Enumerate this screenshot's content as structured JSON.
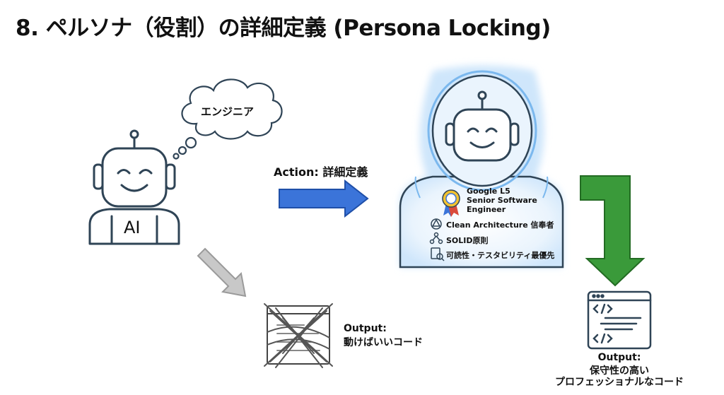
{
  "title": "8. ペルソナ（役割）の詳細定義 (Persona Locking)",
  "thought_bubble": "エンジニア",
  "robot_chest_label": "AI",
  "action_label": "Action: 詳細定義",
  "persona": {
    "badge_line1": "Google L5",
    "badge_line2": "Senior Software",
    "badge_line3": "Engineer",
    "traits": [
      "Clean Architecture 信奉者",
      "SOLID原則",
      "可読性・テスタビリティ最優先"
    ]
  },
  "bad_output": {
    "label": "Output:",
    "desc": "動けばいいコード"
  },
  "good_output": {
    "label": "Output:",
    "desc_line1": "保守性の高い",
    "desc_line2": "プロフェッショナルなコード"
  },
  "colors": {
    "line": "#2f4456",
    "blue_arrow": "#3b74d9",
    "green_arrow": "#3a9a3a",
    "gray_arrow": "#c8c8c8",
    "glow": "#cfe6fb",
    "glow_edge": "#7bb8ee"
  },
  "icons": [
    "thought-cloud-icon",
    "robot-icon",
    "astronaut-robot-icon",
    "badge-icon",
    "architecture-icon",
    "network-icon",
    "inspect-document-icon",
    "code-window-icon"
  ]
}
